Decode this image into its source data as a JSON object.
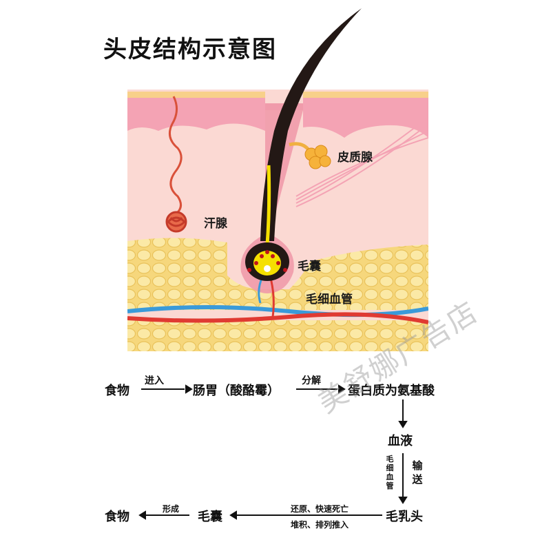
{
  "title": "头皮结构示意图",
  "labels": {
    "sebaceous": "皮质腺",
    "sweat": "汗腺",
    "follicle": "毛囊",
    "capillary": "毛细血管"
  },
  "flow": {
    "food": "食物",
    "enter": "进入",
    "stomach": "肠胃（酸酪霉）",
    "decompose": "分解",
    "protein": "蛋白质为氨基酸",
    "blood": "血液",
    "capillary_v": [
      "毛",
      "细",
      "血",
      "管"
    ],
    "transport_v": [
      "输",
      "送"
    ],
    "papilla": "毛乳头",
    "reduce": "还原、快速死亡",
    "push": "堆积、排列推入",
    "follicle": "毛囊",
    "form": "形成",
    "food_end": "食物"
  },
  "watermark": "美舒娜广告店",
  "colors": {
    "skin_top": "#f4a3b4",
    "dermis": "#fbd9d3",
    "fat": "#f8e08a",
    "hair": "#231815",
    "artery": "#e03a32",
    "vein": "#3a9ad9"
  }
}
